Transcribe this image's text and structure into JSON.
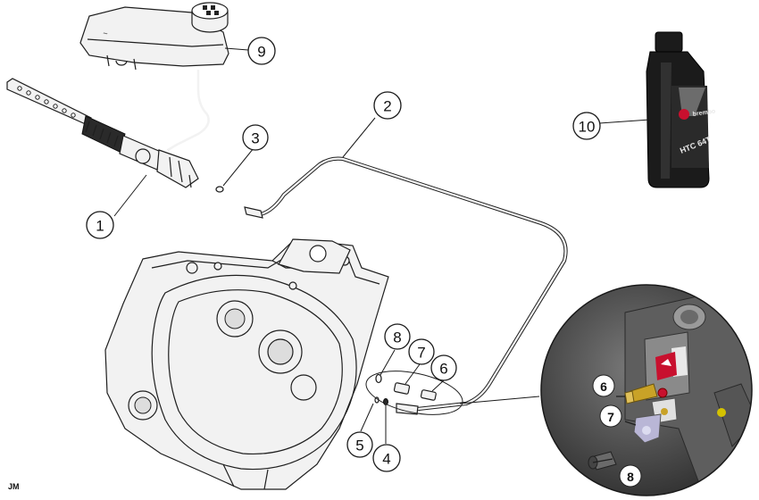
{
  "callouts": [
    {
      "id": "1",
      "label": "1"
    },
    {
      "id": "2",
      "label": "2"
    },
    {
      "id": "3",
      "label": "3"
    },
    {
      "id": "4",
      "label": "4"
    },
    {
      "id": "5",
      "label": "5"
    },
    {
      "id": "6",
      "label": "6"
    },
    {
      "id": "7",
      "label": "7"
    },
    {
      "id": "8",
      "label": "8"
    },
    {
      "id": "9",
      "label": "9"
    },
    {
      "id": "10",
      "label": "10"
    }
  ],
  "inset": {
    "callouts": [
      {
        "id": "6",
        "label": "6"
      },
      {
        "id": "7",
        "label": "7"
      },
      {
        "id": "8",
        "label": "8"
      }
    ]
  },
  "bottle": {
    "brand": "brembo",
    "product": "HTC 64T"
  },
  "watermark": "JM",
  "colors": {
    "line": "#1f1f1f",
    "inset_background": "#4a4a4a",
    "bottle_body": "#1b1b1b",
    "bottle_accent": "#c8102e",
    "fitting_brass": "#c9a227"
  }
}
